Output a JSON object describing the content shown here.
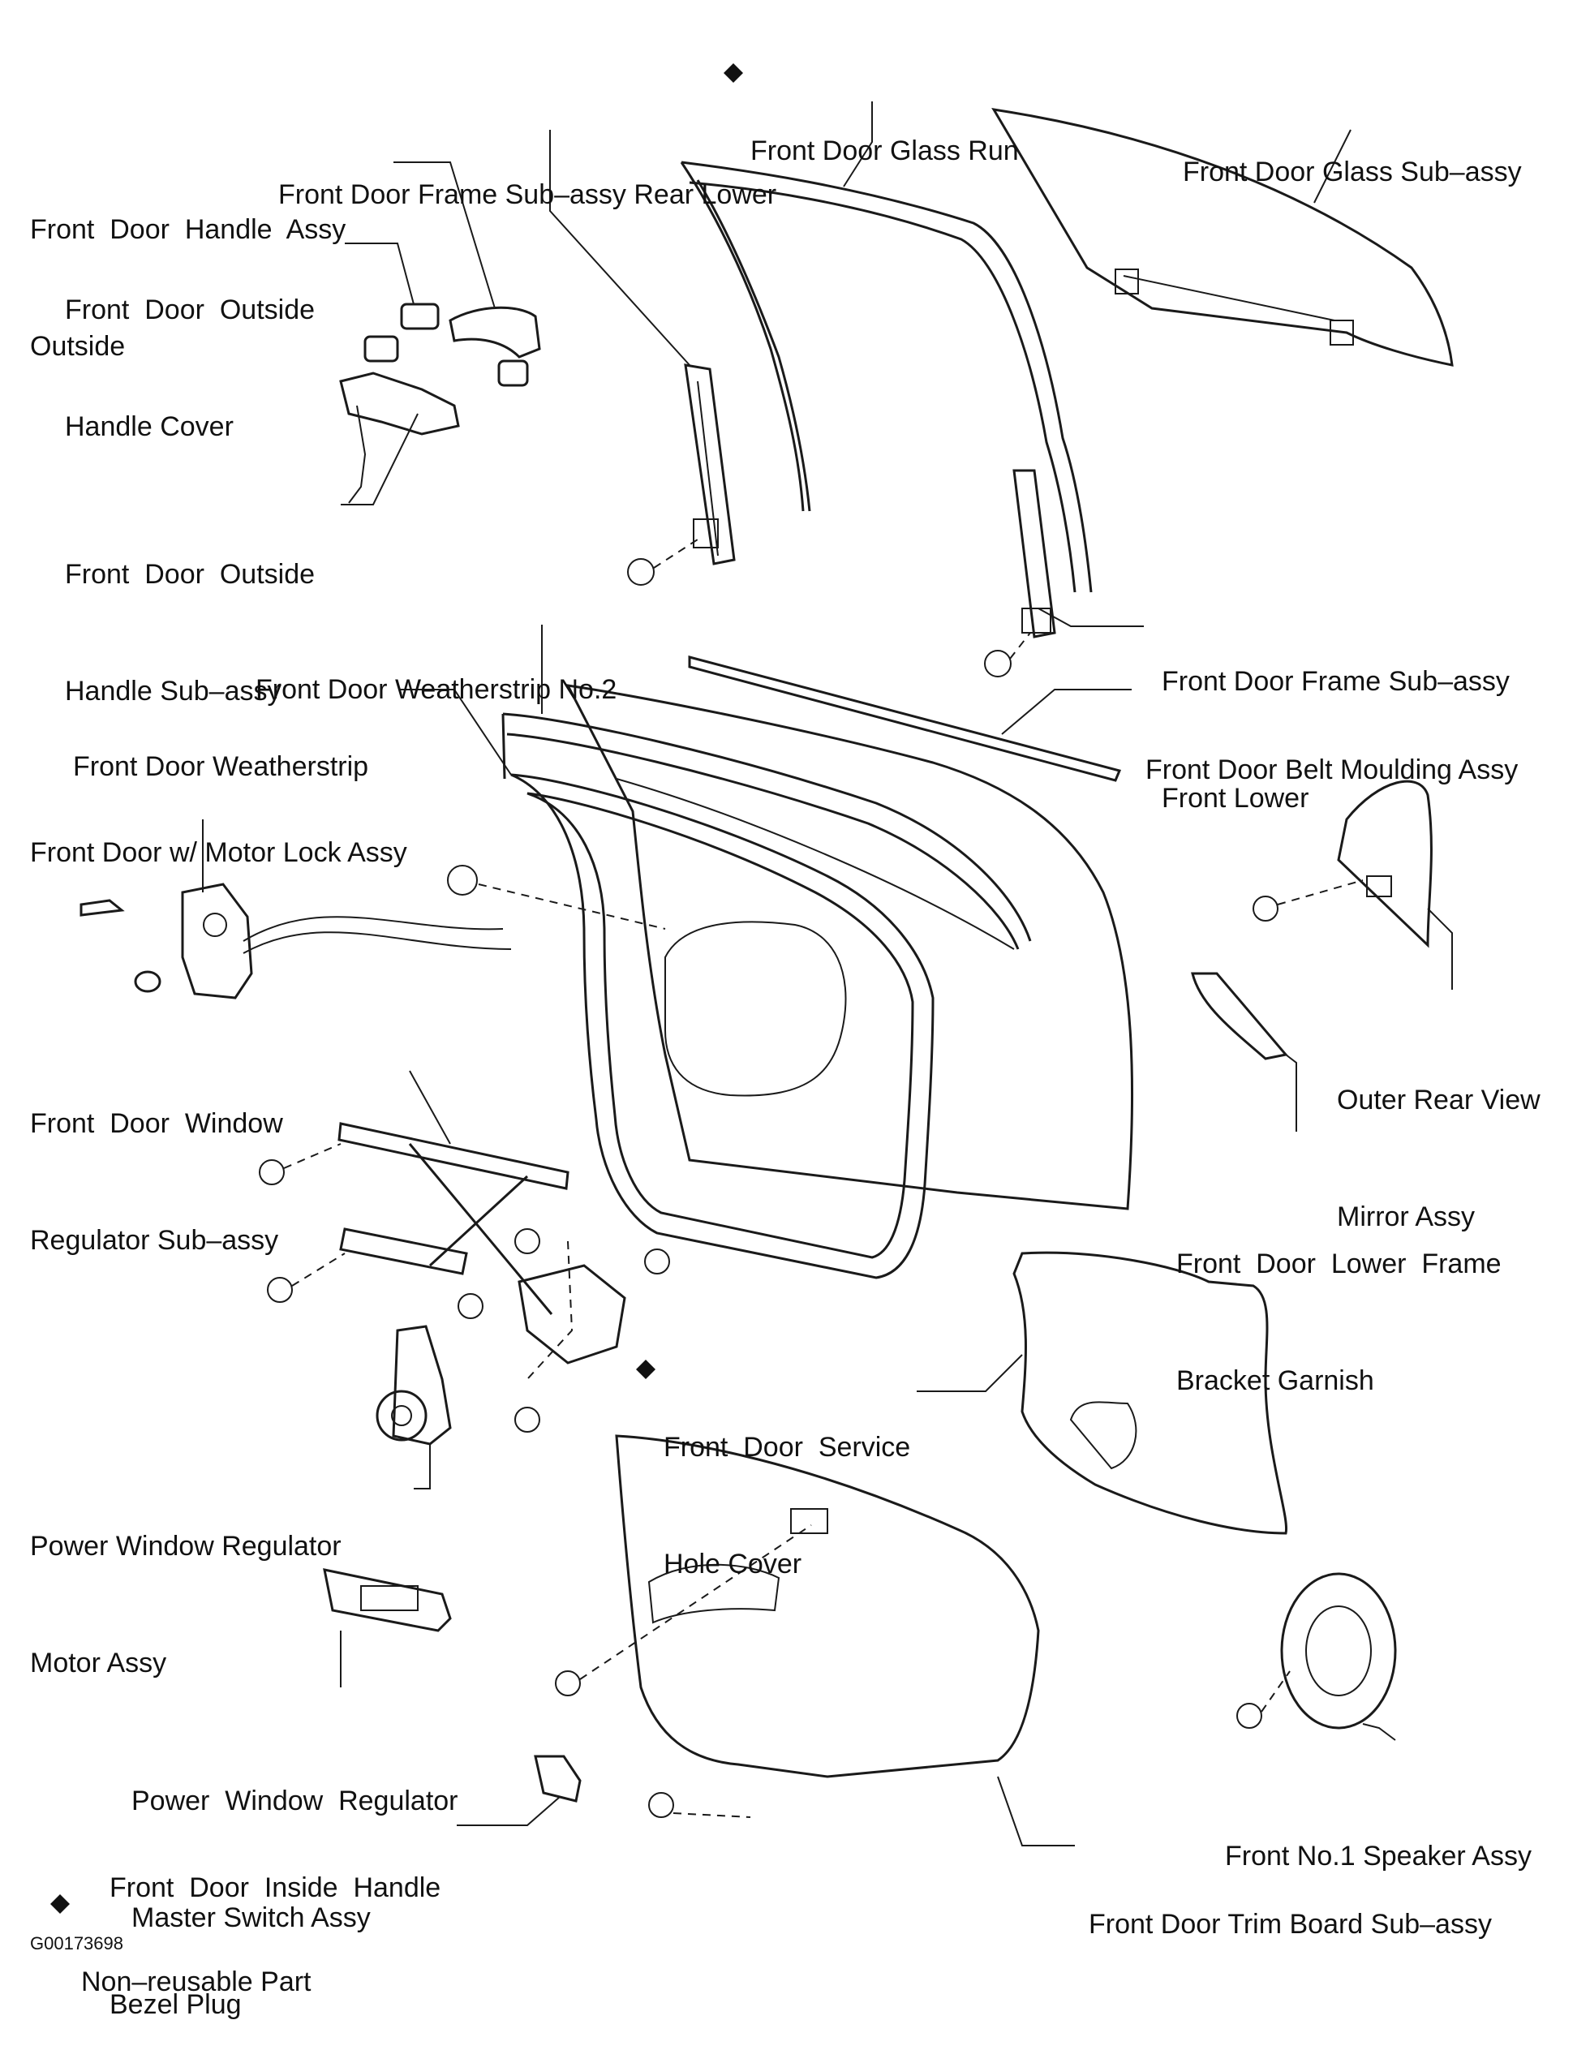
{
  "labels": {
    "glass_run": [
      "Front Door Glass Run"
    ],
    "glass_sub": [
      "Front Door Glass Sub–assy"
    ],
    "frame_rear_lower": [
      "Front Door Frame Sub–assy Rear Lower"
    ],
    "handle_outside": [
      "Front  Door  Handle  Assy",
      "Outside"
    ],
    "outside_handle_cover": [
      "Front  Door  Outside",
      "Handle Cover"
    ],
    "outside_handle_sub": [
      "Front  Door  Outside",
      "Handle Sub–assy"
    ],
    "weatherstrip_no2": [
      "Front Door Weatherstrip No.2"
    ],
    "frame_front_lower": [
      "Front Door Frame Sub–assy",
      "Front Lower"
    ],
    "weatherstrip": [
      "Front Door Weatherstrip"
    ],
    "belt_moulding": [
      "Front Door Belt Moulding Assy"
    ],
    "motor_lock": [
      "Front Door w/ Motor Lock Assy"
    ],
    "mirror": [
      "Outer Rear View",
      "Mirror Assy"
    ],
    "window_regulator": [
      "Front  Door  Window",
      "Regulator Sub–assy"
    ],
    "lower_frame_bracket": [
      "Front  Door  Lower  Frame",
      "Bracket Garnish"
    ],
    "service_hole_cover": [
      "Front  Door  Service",
      "Hole Cover"
    ],
    "regulator_motor": [
      "Power Window Regulator",
      "Motor Assy"
    ],
    "master_switch": [
      "Power  Window  Regulator",
      "Master Switch Assy"
    ],
    "speaker": [
      "Front No.1 Speaker Assy"
    ],
    "inside_handle_bezel": [
      "Front  Door  Inside  Handle",
      "Bezel Plug"
    ],
    "trim_board": [
      "Front Door Trim Board Sub–assy"
    ]
  },
  "legend": {
    "text": "Non–reusable Part"
  },
  "figure_code": "G00173698"
}
